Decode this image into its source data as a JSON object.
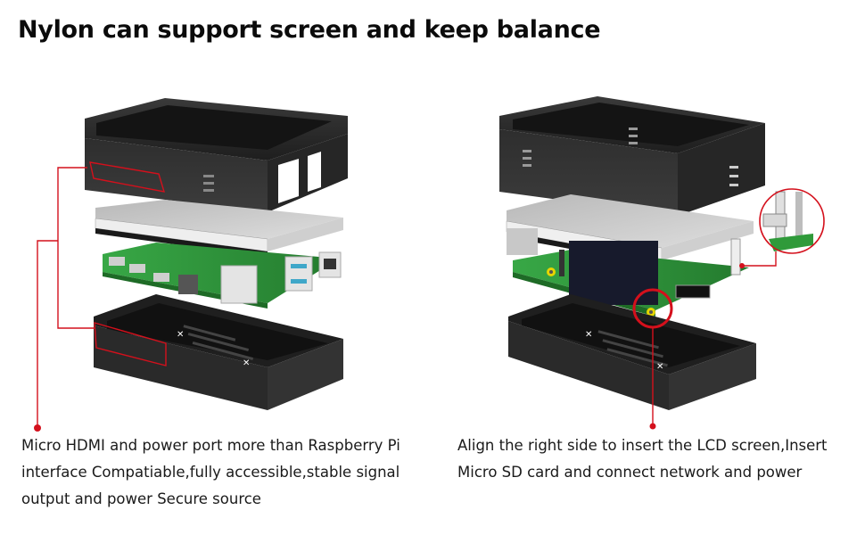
{
  "title": "Nylon can support screen and keep balance",
  "colors": {
    "callout_red": "#d4101c",
    "case_black": "#2a2a2a",
    "pcb_green": "#2f9a3a",
    "screen_silver": "#c9c9c9"
  },
  "panels": [
    {
      "id": "left",
      "illustration": "exploded-case-view-ports-side",
      "caption_lines": [
        "Micro HDMI and power port more than Raspberry Pi",
        "interface Compatiable,fully accessible,stable signal",
        "output and power Secure source"
      ]
    },
    {
      "id": "right",
      "illustration": "exploded-case-view-lcd-side",
      "caption_lines": [
        "Align the right side to insert the LCD screen,Insert",
        "Micro SD card and connect network and power"
      ]
    }
  ]
}
